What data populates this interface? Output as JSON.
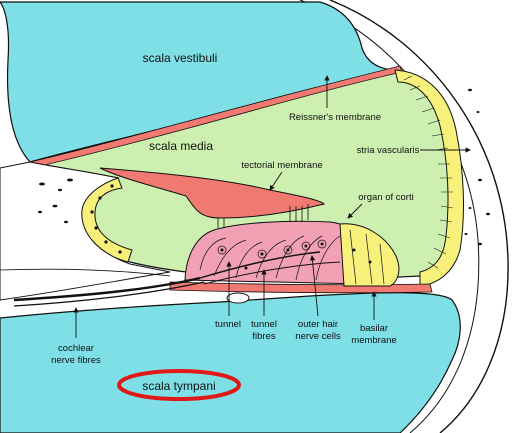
{
  "labels": {
    "scala_vestibuli": "scala vestibuli",
    "reissners_membrane": "Reissner's membrane",
    "scala_media": "scala media",
    "stria_vascularis": "stria vascularis",
    "tectorial_membrane": "tectorial membrane",
    "organ_of_corti": "organ of corti",
    "tunnel": "tunnel",
    "tunnel_fibres_1": "tunnel",
    "tunnel_fibres_2": "fibres",
    "outer_hair_1": "outer hair",
    "outer_hair_2": "nerve cells",
    "basilar_1": "basilar",
    "basilar_2": "membrane",
    "cochlear_1": "cochlear",
    "cochlear_2": "nerve fibres",
    "scala_tympani": "scala tympani"
  },
  "colors": {
    "fluid_cyan": "#7fdfe6",
    "scala_media_green": "#cdf0b0",
    "membrane_salmon": "#f07a72",
    "corti_pink": "#f2a0b4",
    "stria_yellow": "#f7f07a",
    "highlight_red": "#e01818",
    "outline": "#111111"
  }
}
